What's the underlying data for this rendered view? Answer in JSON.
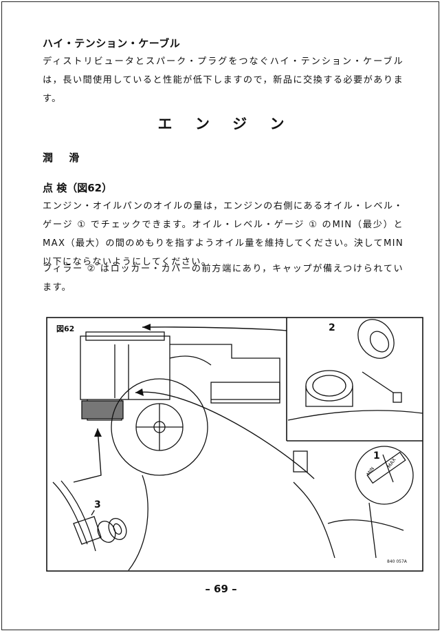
{
  "section_heading": "ハイ・テンション・ケーブル",
  "para_hightension": "ディストリビュータとスパーク・プラグをつなぐハイ・テンション・ケーブルは，長い間使用していると性能が低下しますので，新品に交換する必要があります。",
  "chapter_title": "エ ン ジ ン",
  "subheading_lubrication": "潤 滑",
  "subheading_inspection": "点 検（図62）",
  "para_inspection": "エンジン・オイルパンのオイルの量は，エンジンの右側にあるオイル・レベル・ゲージ ① でチェックできます。オイル・レベル・ゲージ ① のMIN（最少）とMAX（最大）の間のめもりを指すようオイル量を維持してください。決してMIN以下にならないようにしてください。",
  "para_filler": "フィラー ② はロッカー・カバーの前方端にあり，キャップが備えつけられています。",
  "figure": {
    "label": "図62",
    "callouts": [
      "1",
      "2",
      "3"
    ],
    "dipstick_min": "MIN",
    "dipstick_max": "MAX",
    "code": "840 057A"
  },
  "page_number": "– 69 –"
}
